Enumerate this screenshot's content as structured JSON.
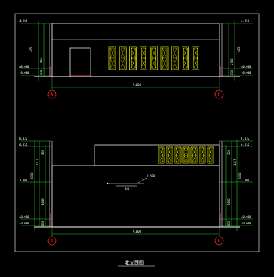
{
  "drawing": {
    "title": "北立面图",
    "elevation_upper": {
      "levels_left": [
        "4.200",
        "±0.000",
        "-0.600"
      ],
      "levels_right": [
        "4.250",
        "±0.000",
        "-0.600"
      ],
      "dims_left": [
        "485",
        "2780",
        "600"
      ],
      "dims_right": [
        "485",
        "2780",
        "600"
      ],
      "overall_dim": "9.000",
      "grid_left": "A",
      "grid_right": "F"
    },
    "elevation_lower": {
      "levels_left": [
        "6.832",
        "6.532",
        "3.800",
        "±0.000",
        "-0.600"
      ],
      "levels_right": [
        "6.832",
        "6.532",
        "3.800",
        "±0.000",
        "-0.600"
      ],
      "dims_left": [
        "300",
        "1417",
        "2800",
        "3600",
        "600"
      ],
      "dims_right": [
        "300",
        "1417",
        "2800",
        "3600",
        "600"
      ],
      "callout_level": "2.980",
      "callout_dim": "300",
      "overall_dim": "9.000",
      "grid_left": "A",
      "grid_right": "F"
    }
  },
  "colors": {
    "background": "#000000",
    "outline": "#ffffff",
    "dimension": "#22cc22",
    "window": "#ffff00",
    "grid_axis": "#ff2a2a",
    "frame": "#ffffff"
  }
}
